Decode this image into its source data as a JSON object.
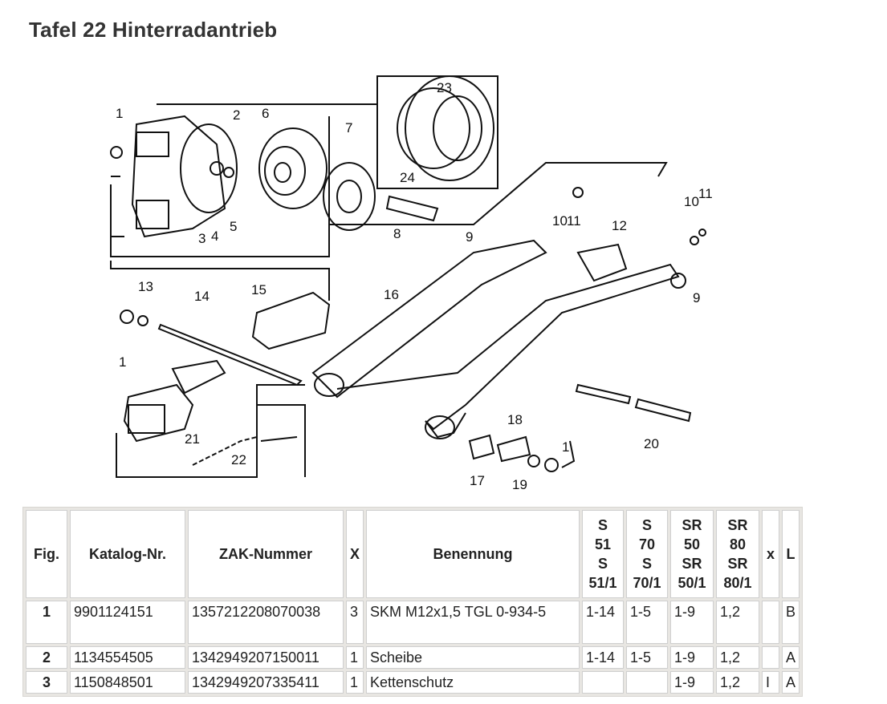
{
  "page": {
    "title": "Tafel 22 Hinterradantrieb"
  },
  "figure": {
    "callouts": [
      "1",
      "2",
      "6",
      "7",
      "23",
      "24",
      "4",
      "5",
      "3",
      "8",
      "9",
      "10",
      "11",
      "12",
      "10",
      "11",
      "9",
      "13",
      "15",
      "14",
      "16",
      "1",
      "18",
      "20",
      "17",
      "19",
      "1",
      "21",
      "22"
    ]
  },
  "table": {
    "headers": {
      "fig": "Fig.",
      "katalog": "Katalog-Nr.",
      "zak": "ZAK-Nummer",
      "x1": "X",
      "benennung": "Benennung",
      "s51": [
        "S",
        "51",
        "S",
        "51/1"
      ],
      "s70": [
        "S",
        "70",
        "S",
        "70/1"
      ],
      "sr50": [
        "SR",
        "50",
        "SR",
        "50/1"
      ],
      "sr80": [
        "SR",
        "80",
        "SR",
        "80/1"
      ],
      "x2": "x",
      "l": "L"
    },
    "rows": [
      {
        "fig": "1",
        "katalog": "9901124151",
        "zak": "1357212208070038",
        "x": "3",
        "benennung": "SKM M12x1,5 TGL 0-934-5",
        "s51": "1-14",
        "s70": "1-5",
        "sr50": "1-9",
        "sr80": "1,2",
        "x2": "",
        "l": "B"
      },
      {
        "fig": "2",
        "katalog": "1134554505",
        "zak": "1342949207150011",
        "x": "1",
        "benennung": "Scheibe",
        "s51": "1-14",
        "s70": "1-5",
        "sr50": "1-9",
        "sr80": "1,2",
        "x2": "",
        "l": "A"
      },
      {
        "fig": "3",
        "katalog": "1150848501",
        "zak": "1342949207335411",
        "x": "1",
        "benennung": "Kettenschutz",
        "s51": "",
        "s70": "",
        "sr50": "1-9",
        "sr80": "1,2",
        "x2": "I",
        "l": "A"
      }
    ]
  }
}
